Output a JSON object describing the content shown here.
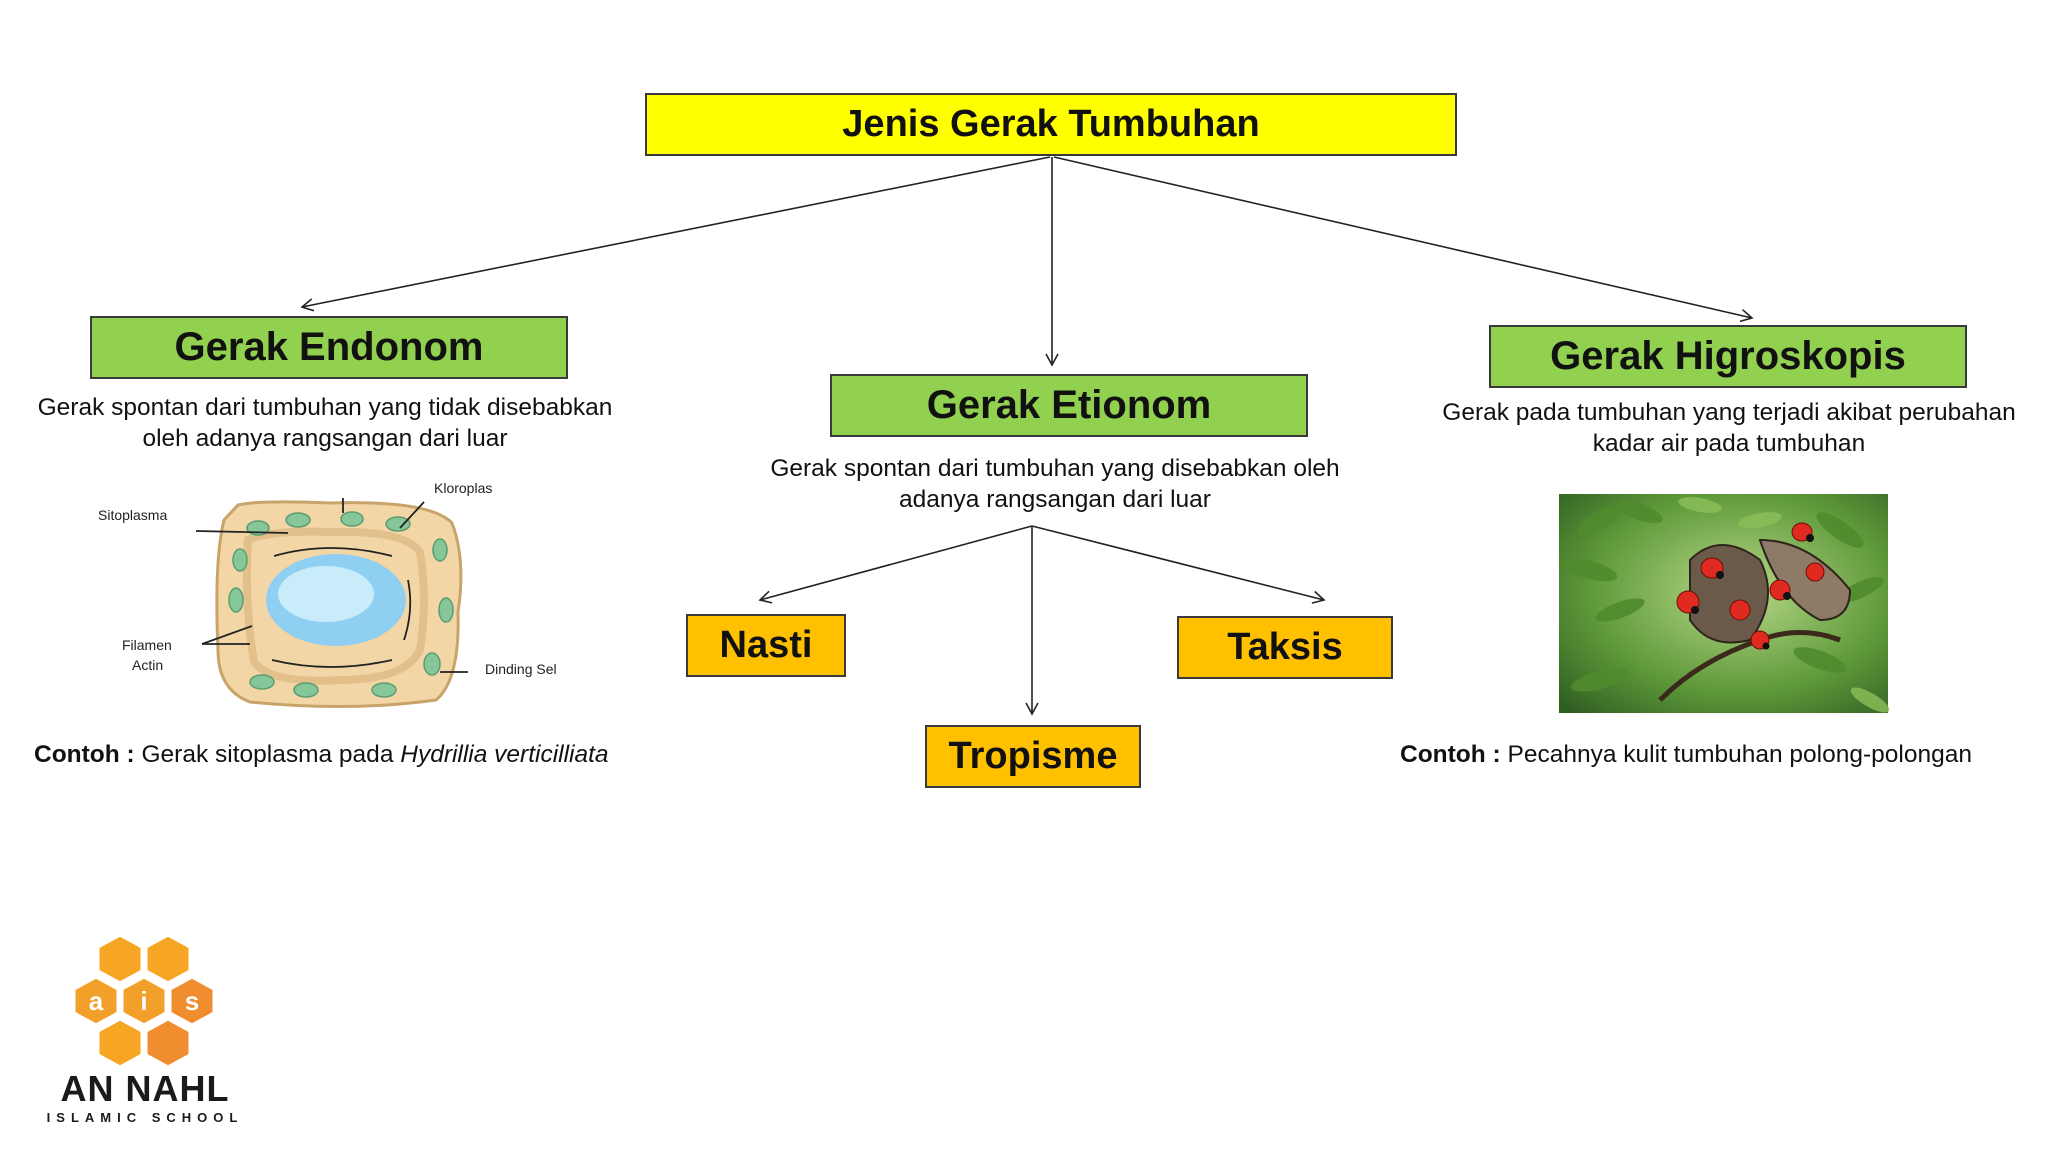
{
  "root": {
    "label": "Jenis Gerak Tumbuhan"
  },
  "endonom": {
    "title": "Gerak Endonom",
    "description": "Gerak spontan dari tumbuhan yang tidak disebabkan oleh adanya rangsangan dari luar",
    "example_label": "Contoh :",
    "example_text": "Gerak sitoplasma pada ",
    "example_species": "Hydrillia verticilliata",
    "diagram_labels": {
      "sitoplasma": "Sitoplasma",
      "kloroplas": "Kloroplas",
      "filamen_line1": "Filamen",
      "filamen_line2": "Actin",
      "dinding_sel": "Dinding Sel"
    }
  },
  "etionom": {
    "title": "Gerak Etionom",
    "description": "Gerak spontan dari tumbuhan yang disebabkan oleh adanya rangsangan dari luar",
    "children": [
      "Nasti",
      "Tropisme",
      "Taksis"
    ]
  },
  "higroskopis": {
    "title": "Gerak Higroskopis",
    "description": "Gerak pada tumbuhan yang terjadi akibat perubahan kadar air pada tumbuhan",
    "example_label": "Contoh :",
    "example_text": "Pecahnya kulit tumbuhan polong-polongan"
  },
  "logo": {
    "letters": [
      "a",
      "i",
      "s"
    ],
    "name": "AN NAHL",
    "subtitle": "ISLAMIC SCHOOL"
  },
  "colors": {
    "root": "#ffff00",
    "level1": "#92d050",
    "level2": "#ffc000",
    "logo_orange": "#f5a623"
  },
  "icons": [
    "cell-diagram-icon",
    "seed-pod-photo-icon",
    "hexagon-logo-icon"
  ]
}
